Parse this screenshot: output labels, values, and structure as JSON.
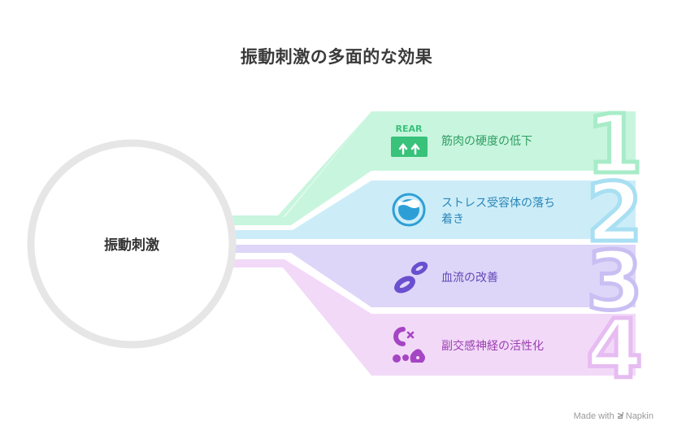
{
  "title": "振動刺激の多面的な効果",
  "center": {
    "label": "振動刺激"
  },
  "items": [
    {
      "number": "1",
      "label": "筋肉の硬度の低下",
      "icon": "rear-arrows-icon",
      "icon_text": "REAR",
      "fill": "#c8f5de",
      "number_color": "#a7ecc8",
      "text_color": "#2f9e63",
      "icon_color": "#38c27a"
    },
    {
      "number": "2",
      "label": "ストレス受容体の落ち着き",
      "icon": "water-drop-circle-icon",
      "fill": "#ccedf8",
      "number_color": "#a8dff2",
      "text_color": "#2b86b7",
      "icon_color": "#2e9fd6"
    },
    {
      "number": "3",
      "label": "血流の改善",
      "icon": "blood-cells-icon",
      "fill": "#ddd6f8",
      "number_color": "#c9bff3",
      "text_color": "#6348b8",
      "icon_color": "#6a4fcf"
    },
    {
      "number": "4",
      "label": "副交感神経の活性化",
      "icon": "nerve-cells-icon",
      "fill": "#f2d9f8",
      "number_color": "#e6bcf1",
      "text_color": "#9b3fb0",
      "icon_color": "#a545c4"
    }
  ],
  "footer": {
    "made_with": "Made with",
    "brand": "Napkin"
  }
}
